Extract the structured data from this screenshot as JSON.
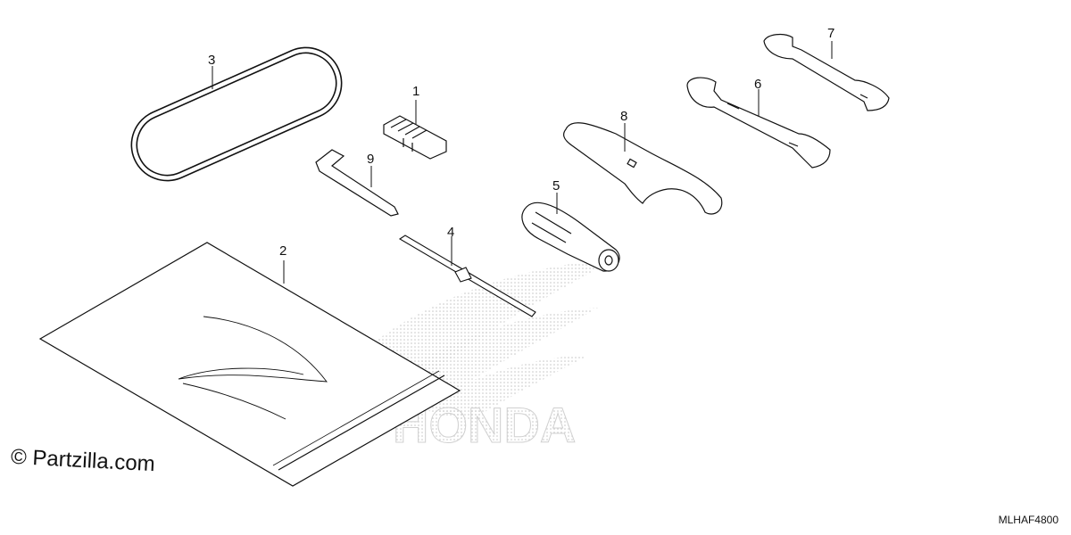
{
  "diagram": {
    "code": "MLHAF4800",
    "callouts": {
      "c1": "1",
      "c2": "2",
      "c3": "3",
      "c4": "4",
      "c5": "5",
      "c6": "6",
      "c7": "7",
      "c8": "8",
      "c9": "9"
    }
  },
  "watermark": {
    "copyright": "© Partzilla.com",
    "logo_text": "HONDA"
  }
}
